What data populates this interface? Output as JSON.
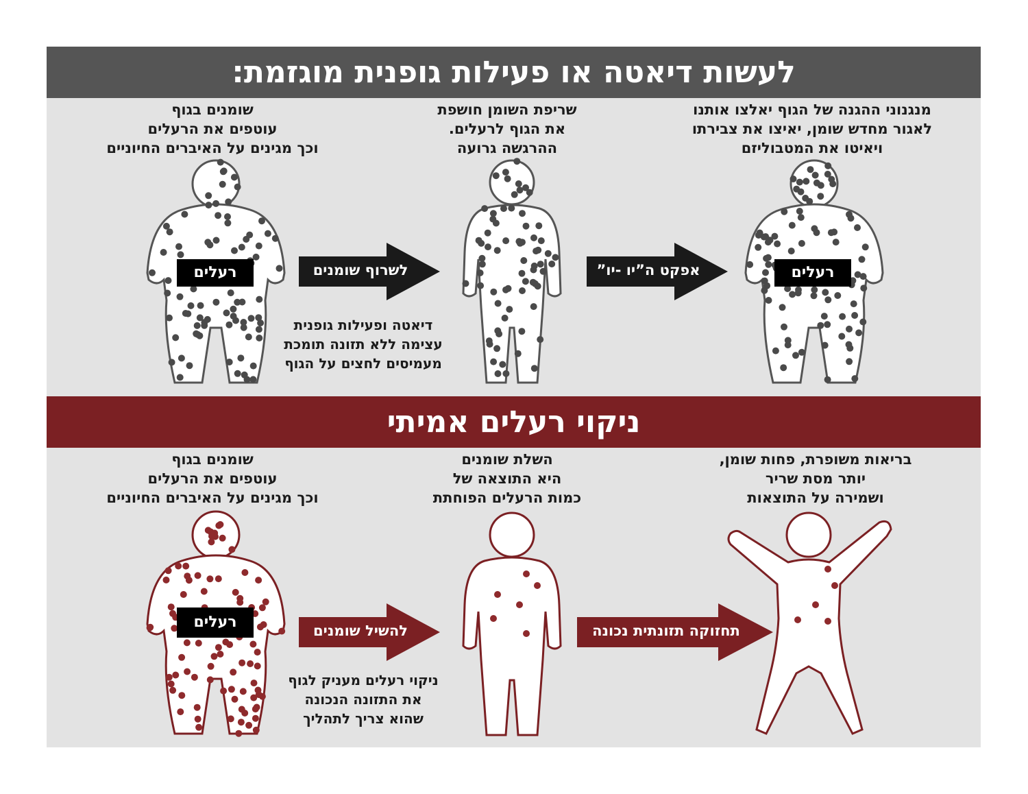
{
  "top": {
    "title": "לעשות דיאטה או פעילות גופנית מוגזמת:",
    "caption_left": "שומנים בגוף\nעוטפים את הרעלים\nוכך מגינים על האיברים החיוניים",
    "caption_middle": "שריפת השומן חושפת\nאת הגוף לרעלים.\nההרגשה גרועה",
    "caption_right": "מנגנוני ההגנה של הגוף יאלצו אותנו\nלאגור מחדש שומן, יאיצו את צבירתו\nויאיטו את המטבוליזם",
    "arrow1_label": "לשרוף שומנים",
    "arrow2_label": "אפקט ה”יו -יו”",
    "toxins_tag_left": "רעלים",
    "toxins_tag_right": "רעלים",
    "caption_under_arrow": "דיאטה ופעילות גופנית\nעצימה ללא תזונה תומכת\nמעמיסים לחצים על הגוף"
  },
  "bottom": {
    "title": "ניקוי רעלים אמיתי",
    "caption_left": "שומנים בגוף\nעוטפים את הרעלים\nוכך מגינים על האיברים החיוניים",
    "caption_middle": "השלת שומנים\nהיא התוצאה של\nכמות הרעלים הפוחתת",
    "caption_right": "בריאות משופרת, פחות שומן,\nיותר מסת שריר\nושמירה על התוצאות",
    "arrow1_label": "להשיל שומנים",
    "arrow2_label": "תחזוקה תזונתית נכונה",
    "toxins_tag": "רעלים",
    "caption_under_arrow": "ניקוי רעלים מעניק לגוף\nאת התזונה הנכונה\nשהוא צריך לתהליך"
  },
  "colors": {
    "top_banner": "#555555",
    "bottom_banner": "#7b2023",
    "panel": "#e3e3e3",
    "dark_arrow": "#1a1a1a",
    "red_arrow": "#7b2023",
    "grey_dot": "#4a4a4a",
    "red_dot": "#8e2a2c"
  }
}
